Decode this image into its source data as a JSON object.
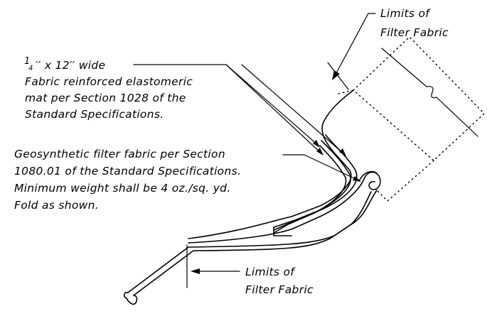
{
  "notes": {
    "limits_top": [
      "Limits of",
      "Filter Fabric"
    ],
    "mat_fraction_numerator": "1",
    "mat_fraction_denominator": "4",
    "mat": [
      "′′ x 12′′ wide",
      "Fabric reinforced elastomeric",
      "mat per Section 1028 of the",
      "Standard Specifications."
    ],
    "geosynthetic": [
      "Geosynthetic filter fabric per Section",
      "1080.01 of the Standard Specifications.",
      "Minimum weight shall be 4 oz./sq. yd.",
      "Fold as shown."
    ],
    "limits_bottom": [
      "Limits of",
      "Filter Fabric"
    ]
  },
  "colors": {
    "line": "#000000",
    "background": "#ffffff"
  }
}
